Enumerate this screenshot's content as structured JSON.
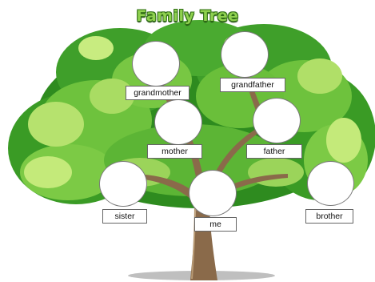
{
  "title": "Family Tree",
  "members": {
    "grandmother": "grandmother",
    "grandfather": "grandfather",
    "mother": "mother",
    "father": "father",
    "sister": "sister",
    "me": "me",
    "brother": "brother"
  },
  "colors": {
    "title_fill": "#8fd14f",
    "title_outline": "#2f6d16",
    "canopy_dark": "#2e8b1f",
    "canopy_light": "#b6e26e",
    "trunk": "#8a6a4a"
  }
}
